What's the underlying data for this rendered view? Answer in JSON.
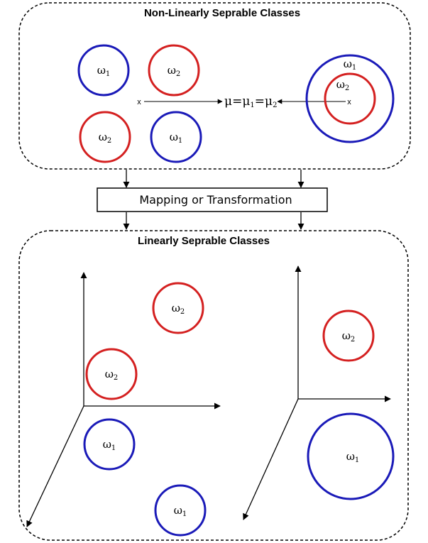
{
  "top_panel": {
    "title": "Non-Linearly Seprable Classes"
  },
  "transform_box": {
    "label": "Mapping or Transformation"
  },
  "bottom_panel": {
    "title": "Linearly Seprable Classes"
  },
  "classes": {
    "omega1": {
      "symbol": "ω",
      "subscript": "1",
      "color": "#1a1ab8"
    },
    "omega2": {
      "symbol": "ω",
      "subscript": "2",
      "color": "#d42020"
    }
  },
  "mean_label": {
    "mu": "μ",
    "eq1": "=",
    "mu1": "μ",
    "sub1": "1",
    "eq2": "=",
    "mu2": "μ",
    "sub2": "2"
  },
  "markers": {
    "left_x": "x",
    "right_x": "x"
  }
}
